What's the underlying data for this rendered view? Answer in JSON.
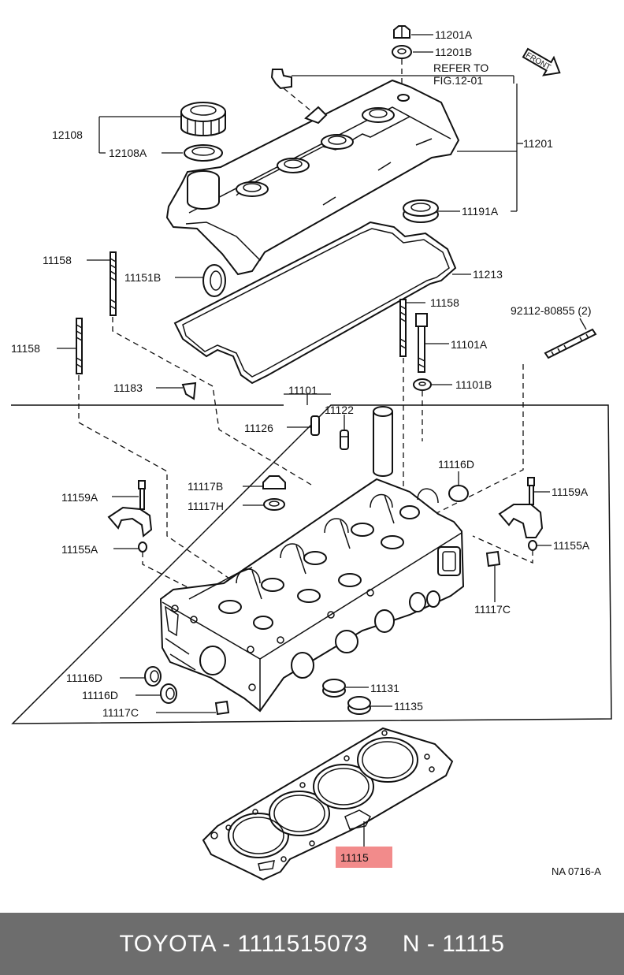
{
  "labels": {
    "p11201a": "11201A",
    "p11201b": "11201B",
    "refer_line1": "REFER TO",
    "refer_line2": "FIG.12-01",
    "front": "FRONT",
    "p12108": "12108",
    "p12108a": "12108A",
    "p11201": "11201",
    "p11191a": "11191A",
    "p11158_top": "11158",
    "p11151b": "11151B",
    "p11213": "11213",
    "p11158_right": "11158",
    "p92112": "92112-80855 (2)",
    "p11158_left": "11158",
    "p11101a": "11101A",
    "p11183": "11183",
    "p11101": "11101",
    "p11101b": "11101B",
    "p11122": "11122",
    "p11126": "11126",
    "p11116d_top": "11116D",
    "p11117b": "11117B",
    "p11159a_left": "11159A",
    "p11159a_right": "11159A",
    "p11117h": "11117H",
    "p11155a_left": "11155A",
    "p11155a_right": "11155A",
    "p11117c_right": "11117C",
    "p11116d_bl1": "11116D",
    "p11131": "11131",
    "p11116d_bl2": "11116D",
    "p11135": "11135",
    "p11117c_bl": "11117C",
    "p11115": "11115",
    "code": "NA 0716-A"
  },
  "highlight_color": "#f28b8b",
  "footer": {
    "brand_part": "TOYOTA - 1111515073",
    "ref": "N - 11115"
  }
}
